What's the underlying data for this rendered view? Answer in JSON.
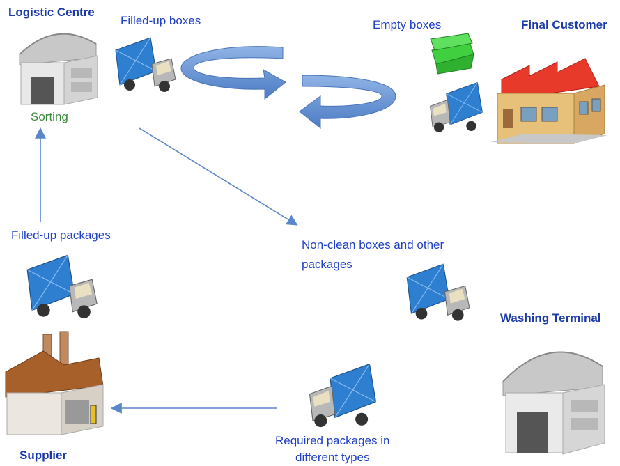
{
  "nodes": {
    "logistic_centre": {
      "title": "Logistic Centre",
      "note": "Sorting"
    },
    "final_customer": {
      "title": "Final Customer"
    },
    "washing_terminal": {
      "title": "Washing Terminal"
    },
    "supplier": {
      "title": "Supplier"
    }
  },
  "flows": {
    "filled_boxes": "Filled-up boxes",
    "empty_boxes": "Empty boxes",
    "non_clean_line1": "Non-clean boxes and other",
    "non_clean_line2": "packages",
    "filled_packages": "Filled-up packages",
    "required_line1": "Required packages in",
    "required_line2": "different types"
  },
  "colors": {
    "title": "#1a3aa8",
    "label": "#1f3fc4",
    "sorting": "#3a8a3a",
    "arrow": "#5b86c8",
    "truck_cargo": "#2f7fd0",
    "factory_roof": "#e83a2a",
    "box_green": "#3fcf3f"
  }
}
